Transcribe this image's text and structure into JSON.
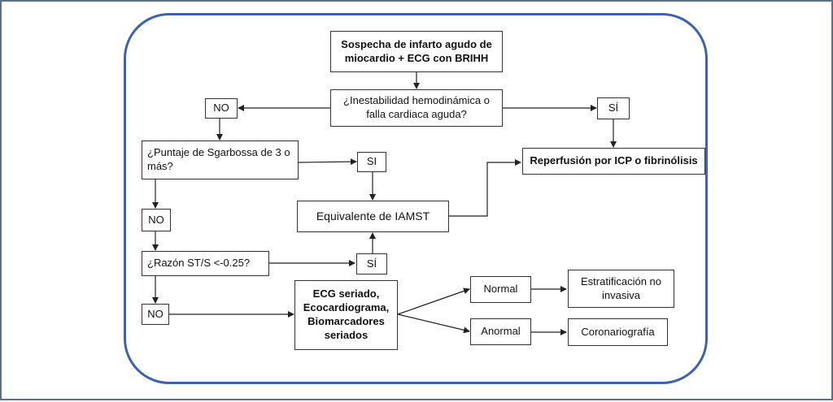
{
  "flowchart": {
    "start": "Sospecha de infarto agudo de miocardio + ECG con BRIHH",
    "q_instability": "¿Inestabilidad hemodinámica o falla cardiaca aguda?",
    "no_1": "NO",
    "yes_1": "SÍ",
    "q_sgarbossa": "¿Puntaje de Sgarbossa de 3 o más?",
    "yes_2": "SI",
    "reperfusion": "Reperfusión por ICP o fibrinólisis",
    "equivalent": "Equivalente de IAMST",
    "no_2": "NO",
    "q_ratio": "¿Razón ST/S <-0.25?",
    "yes_3": "SÍ",
    "no_3": "NO",
    "serial": "ECG seriado, Ecocardiograma, Biomarcadores seriados",
    "normal": "Normal",
    "abnormal": "Anormal",
    "stratification": "Estratificación no invasiva",
    "angiography": "Coronariografía"
  },
  "colors": {
    "frame": "#3d63a8",
    "outer_border": "#5b6f86",
    "lines": "#222222"
  }
}
